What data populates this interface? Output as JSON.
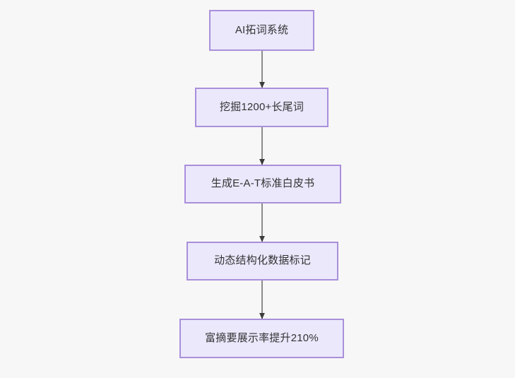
{
  "diagram": {
    "type": "flowchart",
    "orientation": "top-to-bottom",
    "background_color": "#f7f7f7",
    "node_fill_color": "#ebe8fc",
    "node_border_color": "#a98fdb",
    "node_text_color": "#333333",
    "edge_color": "#8c8c8c",
    "nodes": [
      {
        "id": "n0",
        "label": "AI拓词系统"
      },
      {
        "id": "n1",
        "label": "挖掘1200+长尾词"
      },
      {
        "id": "n2",
        "label": "生成E-A-T标准白皮书"
      },
      {
        "id": "n3",
        "label": "动态结构化数据标记"
      },
      {
        "id": "n4",
        "label": "富摘要展示率提升210%"
      }
    ],
    "edges": [
      {
        "from": "n0",
        "to": "n1",
        "label": ""
      },
      {
        "from": "n1",
        "to": "n2",
        "label": ""
      },
      {
        "from": "n2",
        "to": "n3",
        "label": ""
      },
      {
        "from": "n3",
        "to": "n4",
        "label": ""
      }
    ]
  }
}
